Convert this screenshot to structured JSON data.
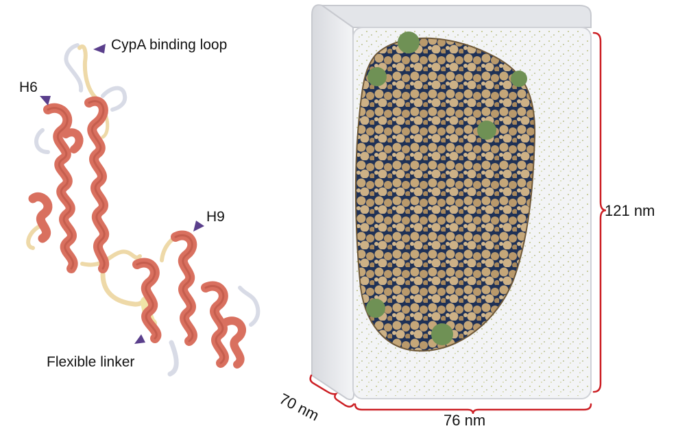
{
  "labels": {
    "cypa_loop": "CypA binding loop",
    "h6": "H6",
    "h9": "H9",
    "flexible_linker": "Flexible linker"
  },
  "dimensions": {
    "height": "121 nm",
    "width": "76 nm",
    "depth": "70 nm"
  },
  "colors": {
    "helix": "#d9705f",
    "helix_dark": "#b5503f",
    "coil": "#eed9a8",
    "loop": "#d8dbe6",
    "arrow": "#5a3f8c",
    "capsid_protein": "#c8aa7e",
    "capsid_dark": "#8d6f4a",
    "capsid_core": "#22345c",
    "pentamer": "#6f9155",
    "solvent_box": "#eef0f3",
    "dimension_line": "#cc1f24",
    "ions": "#9aa33a"
  }
}
